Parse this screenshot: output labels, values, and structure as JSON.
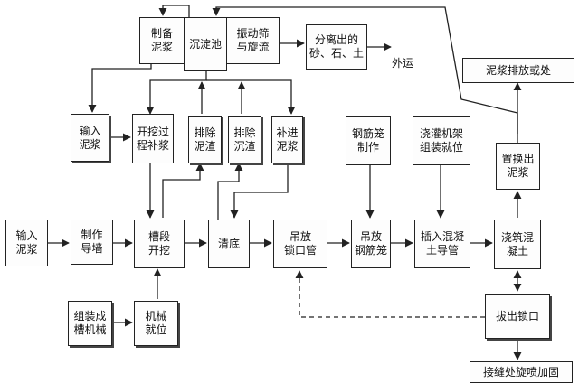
{
  "nodes": {
    "prepare_slurry": "制备\n泥浆",
    "settling_tank": "沉淀池",
    "vibrating_screen": "振动筛\n与旋流",
    "separated": "分离出的\n砂、石、土",
    "slurry_discharge": "泥浆排放或处",
    "input_slurry_1": "输入\n泥浆",
    "excavation_refill": "开挖过\n程补浆",
    "discharge_sediment": "排除\n泥渣",
    "discharge_deposit": "排除\n沉渣",
    "supplement_slurry": "补进\n泥浆",
    "steel_cage_make": "钢筋笼\n制作",
    "pour_frame_assembly": "浇灌机架\n组装就位",
    "replace_slurry": "置换出\n泥浆",
    "input_slurry_2": "输入\n泥浆",
    "guide_wall": "制作\n导墙",
    "trench_excavation": "槽段\n开挖",
    "clear_bottom": "清底",
    "hang_lock_pipe": "吊放\n锁口管",
    "hang_steel_cage": "吊放\n钢筋笼",
    "insert_conduit": "插入混凝\n土导管",
    "pour_concrete": "浇筑混\n凝土",
    "assemble_machine": "组装成\n槽机械",
    "machine_position": "机械\n就位",
    "pull_lock_pipe": "拔出锁口",
    "joint_grouting": "接缝处旋喷加固"
  },
  "labels": {
    "outbound": "外运"
  },
  "colors": {
    "line": "#222222",
    "box_border": "#222222"
  }
}
